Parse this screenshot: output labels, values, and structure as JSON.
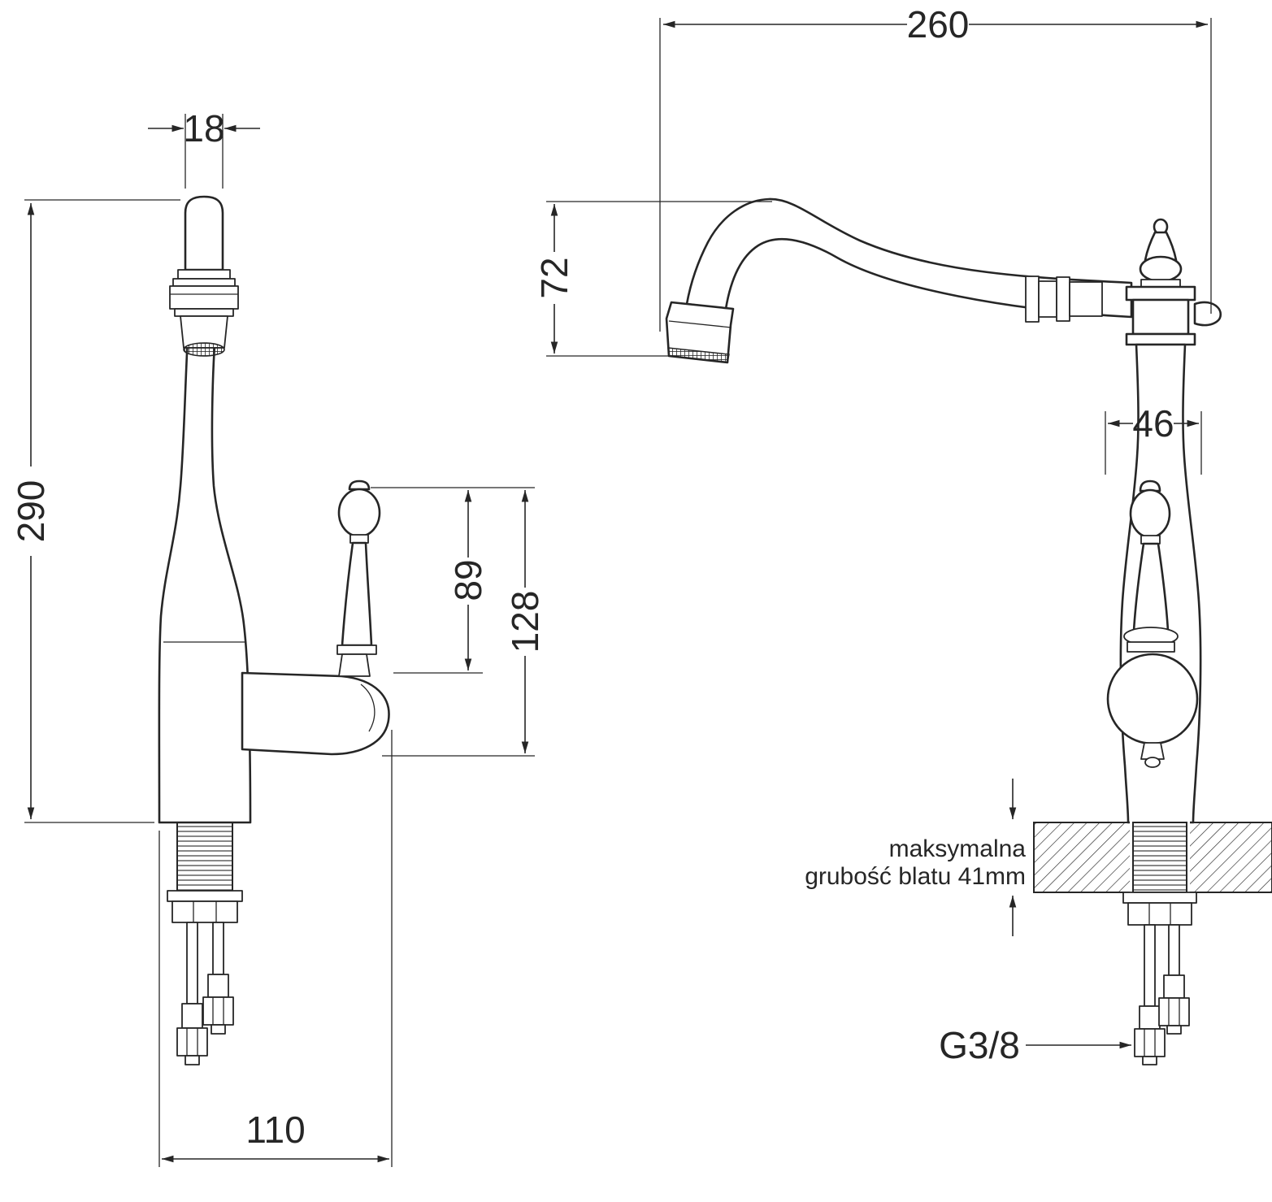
{
  "colors": {
    "line": "#262626",
    "background": "#ffffff"
  },
  "drawing": {
    "left_view": {
      "dims": {
        "spout_diameter": "18",
        "total_height": "290",
        "handle_height": "89",
        "handle_total_height": "128",
        "base_depth": "110"
      }
    },
    "right_view": {
      "dims": {
        "spout_reach": "260",
        "spout_drop": "72",
        "body_width": "46"
      },
      "counter_note_line1": "maksymalna",
      "counter_note_line2": "grubość blatu 41mm",
      "thread_label": "G3/8"
    }
  }
}
